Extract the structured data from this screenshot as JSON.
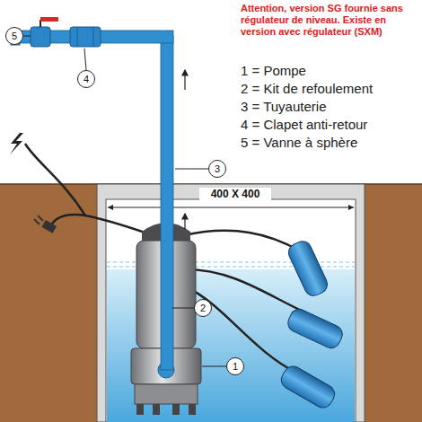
{
  "diagram": {
    "nodes": [
      {
        "text": [
          "5"
        ]
      },
      {
        "text": [
          "4"
        ]
      },
      {
        "text": [
          "3"
        ]
      },
      {
        "text": [
          "2"
        ]
      },
      {
        "text": [
          "1"
        ]
      }
    ],
    "labels": [
      "Attention, version SG fournie sans régulateur de niveau. Existe en version avec régulateur (SXM)",
      "1 = Pompe",
      "2 = Kit de refoulement",
      "3 = Tuyauterie",
      "4 = Clapet anti-retour",
      "5 = Vanne à sphère",
      "400 X 400"
    ]
  }
}
